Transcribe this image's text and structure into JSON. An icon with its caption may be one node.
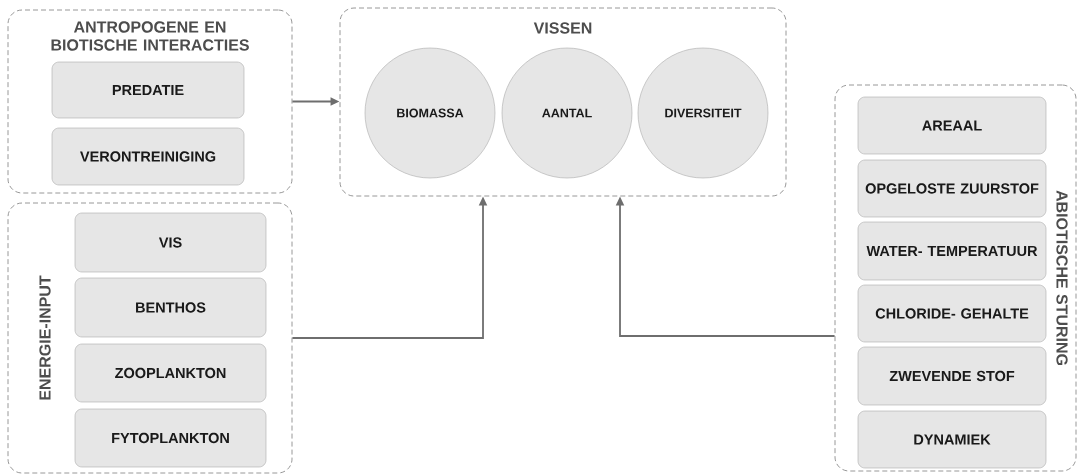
{
  "diagram": {
    "nodes": [
      {
        "text": [
          "ANTROPOGENE EN BIOTISCHE INTERACTIES"
        ]
      },
      {
        "text": [
          "PREDATIE"
        ],
        "in": 0
      },
      {
        "text": [
          "VERONTREINIGING"
        ],
        "in": 0
      },
      {
        "text": [
          "VISSEN"
        ]
      },
      {
        "text": [
          "BIOMASSA"
        ],
        "in": 3
      },
      {
        "text": [
          "AANTAL"
        ],
        "in": 3
      },
      {
        "text": [
          "DIVERSITEIT"
        ],
        "in": 3
      },
      {
        "text": [
          "ENERGIE-INPUT"
        ]
      },
      {
        "text": [
          "VIS"
        ],
        "in": 7
      },
      {
        "text": [
          "BENTHOS"
        ],
        "in": 7
      },
      {
        "text": [
          "ZOOPLANKTON"
        ],
        "in": 7
      },
      {
        "text": [
          "FYTOPLANKTON"
        ],
        "in": 7
      },
      {
        "text": [
          "ABIOTISCHE STURING"
        ]
      },
      {
        "text": [
          "AREAAL"
        ],
        "in": 12
      },
      {
        "text": [
          "OPGELOSTE ZUURSTOF"
        ],
        "in": 12
      },
      {
        "text": [
          "WATER- TEMPERATUUR"
        ],
        "in": 12
      },
      {
        "text": [
          "CHLORIDE- GEHALTE"
        ],
        "in": 12
      },
      {
        "text": [
          "ZWEVENDE STOF"
        ],
        "in": 12
      },
      {
        "text": [
          "DYNAMIEK"
        ],
        "in": 12
      }
    ],
    "edges": [
      {
        "from": 0,
        "to": 3,
        "arrow": "to"
      },
      {
        "from": 7,
        "to": 3,
        "arrow": "to"
      },
      {
        "from": 12,
        "to": 3,
        "arrow": "to"
      }
    ]
  }
}
